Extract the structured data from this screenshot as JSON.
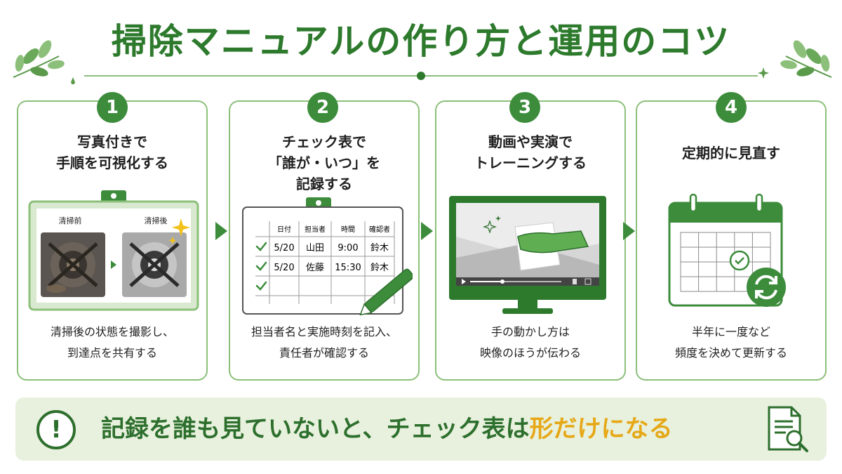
{
  "title": "掃除マニュアルの作り方と運用のコツ",
  "steps": [
    {
      "number": "1",
      "title_lines": [
        "写真付きで",
        "手順を可視化する"
      ],
      "desc_lines": [
        "清掃後の状態を撮影し、",
        "到達点を共有する"
      ],
      "labels": {
        "before": "清掃前",
        "after": "清掃後"
      }
    },
    {
      "number": "2",
      "title_lines": [
        "チェック表で",
        "「誰が・いつ」を",
        "記録する"
      ],
      "desc_lines": [
        "担当者名と実施時刻を記入、",
        "責任者が確認する"
      ],
      "table": {
        "headers": [
          "日付",
          "担当者",
          "時間",
          "確認者"
        ],
        "rows": [
          [
            "5/20",
            "山田",
            "9:00",
            "鈴木"
          ],
          [
            "5/20",
            "佐藤",
            "15:30",
            "鈴木"
          ]
        ]
      }
    },
    {
      "number": "3",
      "title_lines": [
        "動画や実演で",
        "トレーニングする"
      ],
      "desc_lines": [
        "手の動かし方は",
        "映像のほうが伝わる"
      ]
    },
    {
      "number": "4",
      "title_lines": [
        "定期的に見直す"
      ],
      "desc_lines": [
        "半年に一度など",
        "頻度を決めて更新する"
      ]
    }
  ],
  "banner": {
    "text": "記録を誰も見ていないと、チェック表は",
    "highlight": "形だけになる",
    "icon": "!"
  },
  "colors": {
    "primary": "#3c8c3c",
    "dark": "#2d6f2d",
    "border": "#8cc07a",
    "banner_bg": "#e8f1de",
    "highlight": "#e6a817"
  }
}
